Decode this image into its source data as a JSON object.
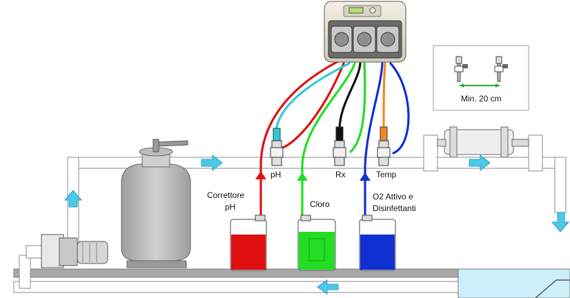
{
  "labels": {
    "sensor_ph": "pH",
    "sensor_rx": "Rx",
    "sensor_temp": "Temp",
    "tank_ph_line1": "Correttore",
    "tank_ph_line2": "pH",
    "tank_chlorine": "Cloro",
    "tank_o2_line1": "O2 Attivo e",
    "tank_o2_line2": "Disinfettanti",
    "inset_note": "Min. 20 cm"
  },
  "colors": {
    "ph_corrector": "#e01010",
    "chlorine": "#22dd22",
    "o2": "#1030d0",
    "ph_probe_cable": "#30c8d8",
    "rx_probe_cable": "#111111",
    "temp_probe_cable": "#f08a20",
    "flow_arrow": "#4cc8e8",
    "pipe": "#ffffff",
    "pipe_outline": "#8a8a8a",
    "floor": "#a8a8a8",
    "filter_body": "#bdbdbd",
    "pool_water": "#cdeffa"
  },
  "icons": {
    "controller": "dosing-controller-icon",
    "filter": "sand-filter-icon",
    "pump": "pool-pump-icon",
    "heater": "heat-exchanger-icon",
    "flow": "flow-arrow-icon"
  }
}
